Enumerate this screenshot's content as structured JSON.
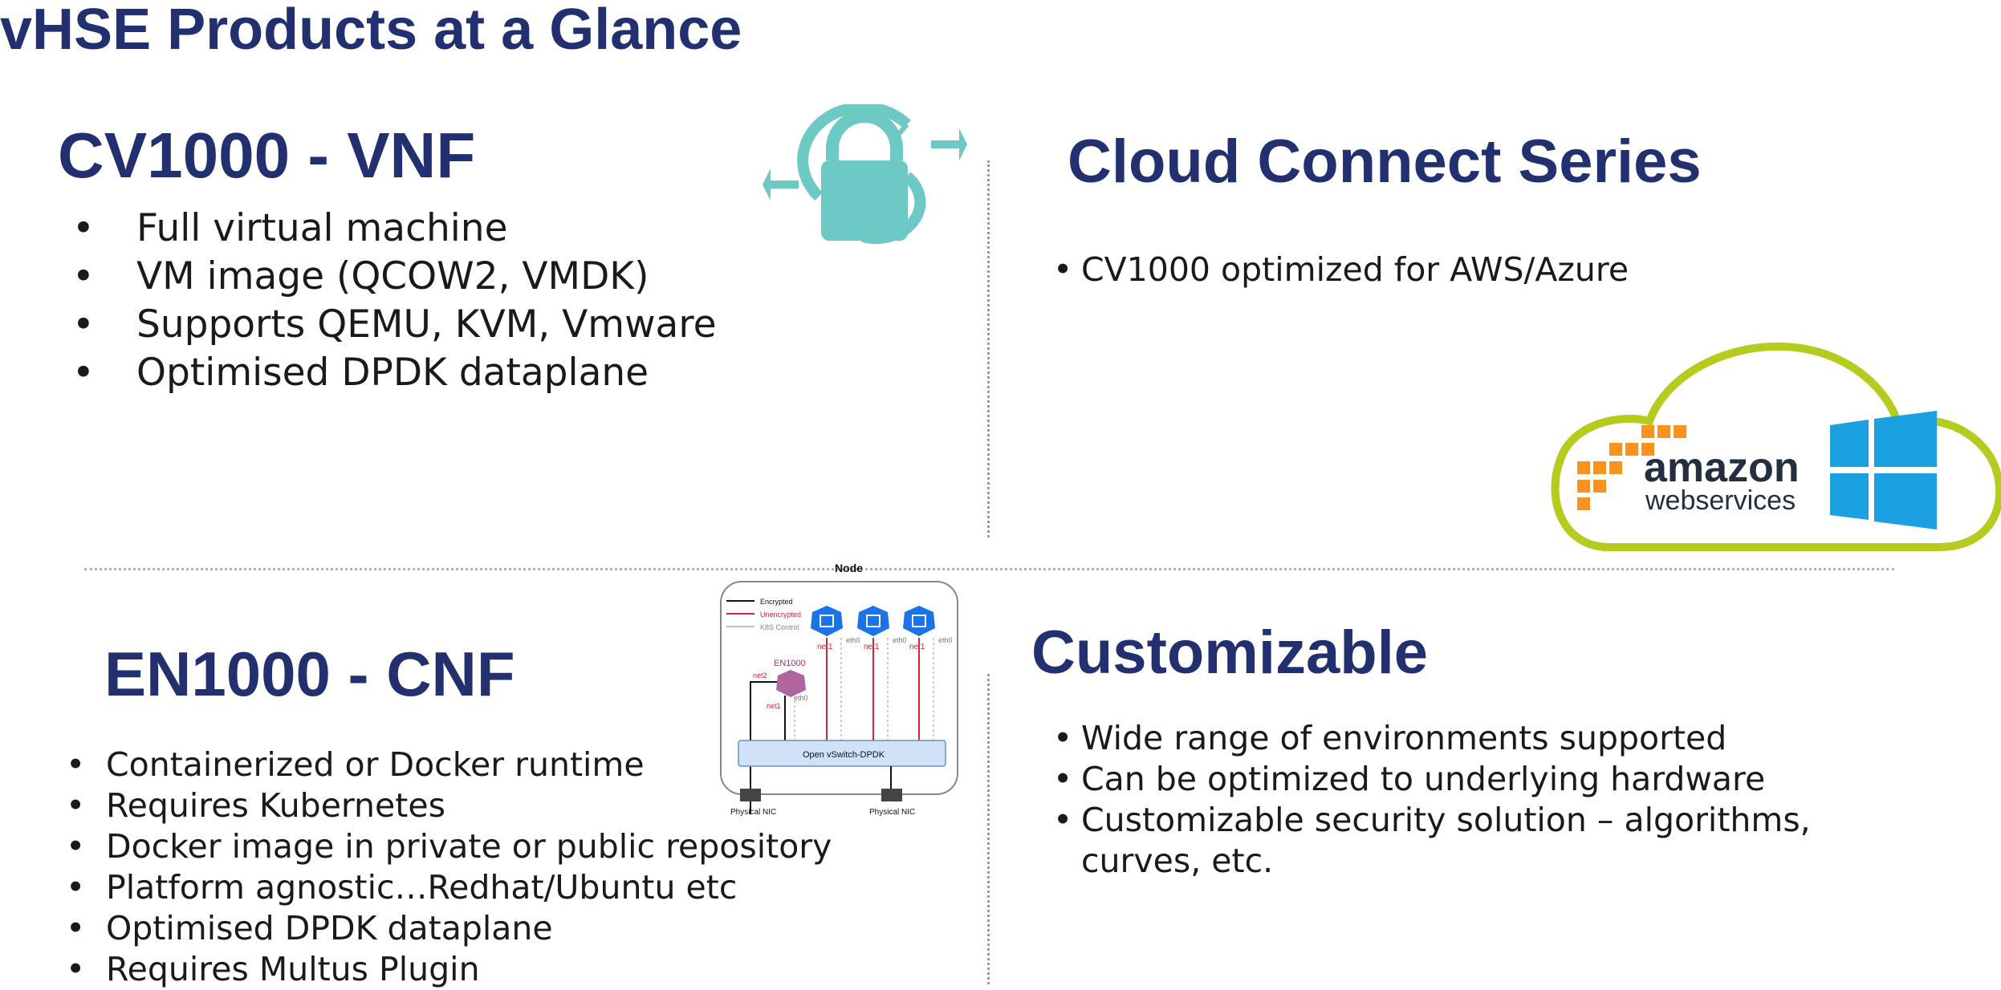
{
  "title": "vHSE Products at a Glance",
  "cv1000": {
    "heading": "CV1000 - VNF",
    "bullets": [
      "Full virtual machine",
      "VM image (QCOW2, VMDK)",
      "Supports QEMU, KVM, Vmware",
      "Optimised DPDK dataplane"
    ]
  },
  "cloud_connect": {
    "heading": "Cloud Connect Series",
    "bullets": [
      "CV1000 optimized for AWS/Azure"
    ],
    "logo": {
      "amazon": "amazon",
      "web": "web",
      "services": "services"
    }
  },
  "en1000": {
    "heading": "EN1000 - CNF",
    "bullets": [
      "Containerized or Docker runtime",
      "Requires Kubernetes",
      "Docker image in private or public repository",
      "Platform agnostic…Redhat/Ubuntu etc",
      "Optimised DPDK dataplane",
      "Requires Multus Plugin"
    ]
  },
  "customizable": {
    "heading": "Customizable",
    "bullets": [
      "Wide range of environments supported",
      "Can be optimized to underlying hardware",
      "Customizable security solution – algorithms, curves, etc."
    ]
  },
  "diagram": {
    "node_label": "Node",
    "legend": [
      "Encrypted",
      "Unencrypted",
      "K8S Control"
    ],
    "en_label": "EN1000",
    "net1": "net1",
    "net2": "net2",
    "eth0": "eth0",
    "switch_label": "Open vSwitch-DPDK",
    "nic_left": "Physical NIC",
    "nic_right": "Physical NIC"
  },
  "colors": {
    "heading": "#23306f",
    "lock": "#6cc9c4",
    "cloud_outline": "#b5cc1e",
    "aws_orange": "#f7931e",
    "windows_blue": "#1ba1e2",
    "k8s_blue": "#1a73e8",
    "unencrypted_red": "#d0263a"
  },
  "icons": [
    "lock-sync-icon",
    "cloud-icon",
    "aws-logo",
    "windows-logo",
    "kubernetes-icon"
  ]
}
